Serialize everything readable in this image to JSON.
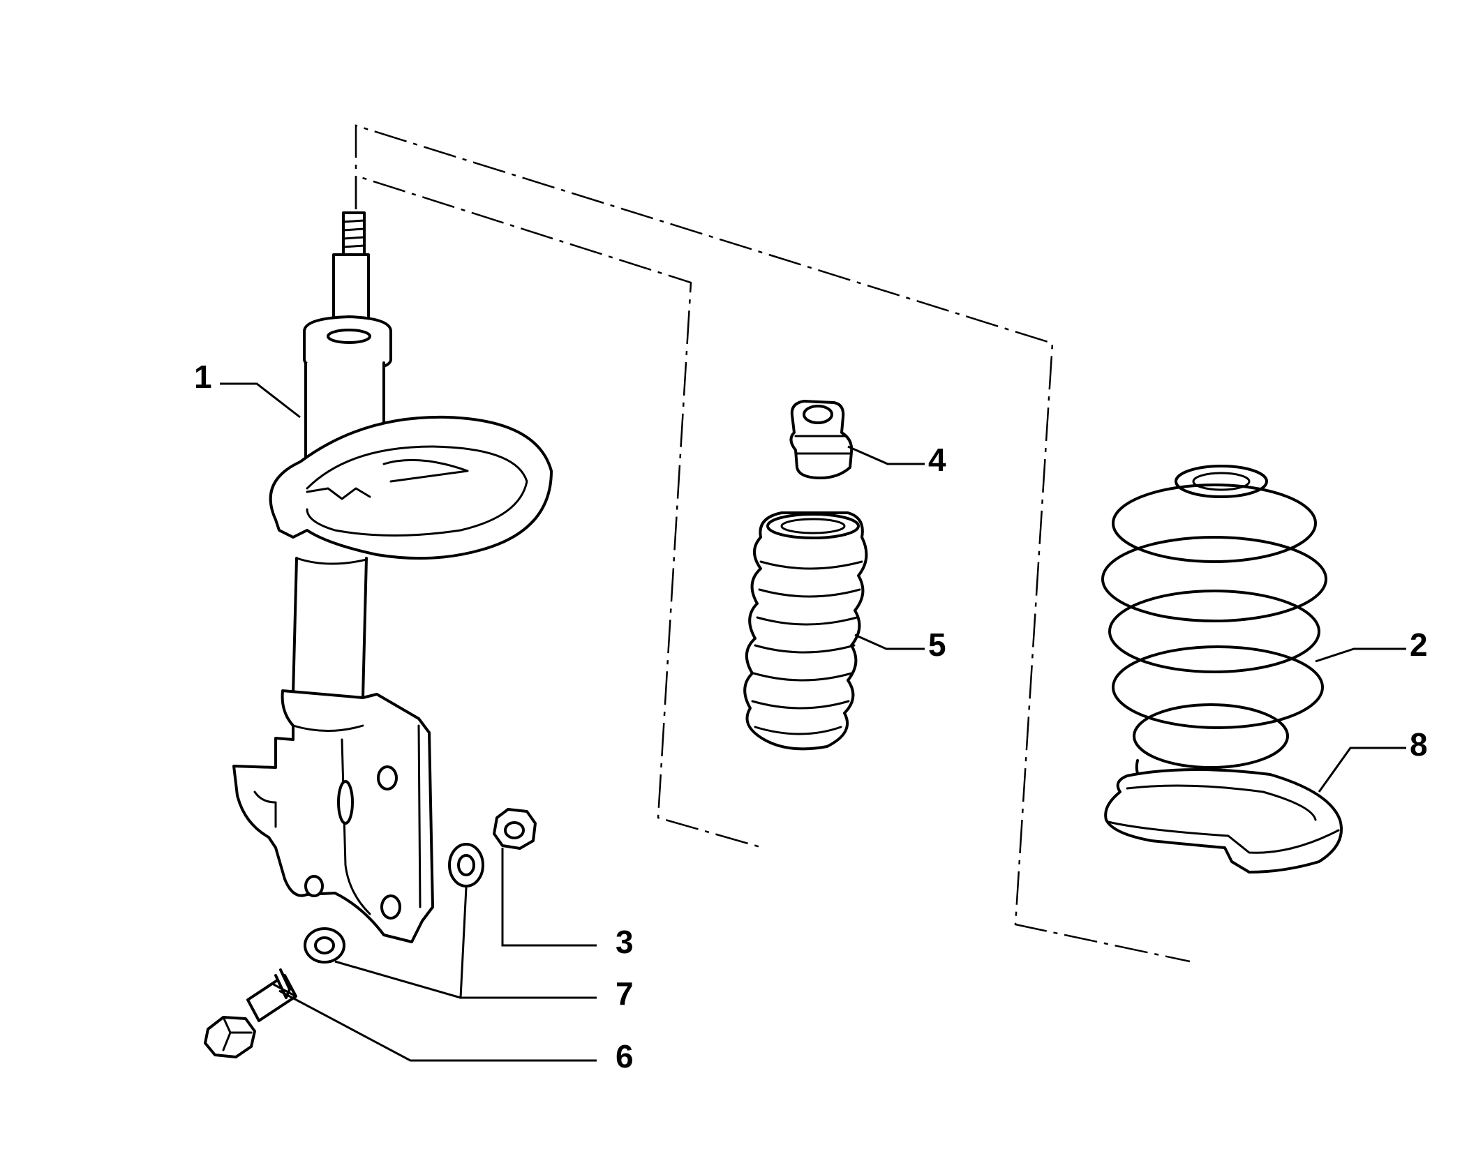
{
  "callouts": {
    "c1": "1",
    "c2": "2",
    "c3": "3",
    "c4": "4",
    "c5": "5",
    "c6": "6",
    "c7": "7",
    "c8": "8"
  },
  "colors": {
    "ink": "#000000",
    "background": "#ffffff"
  }
}
